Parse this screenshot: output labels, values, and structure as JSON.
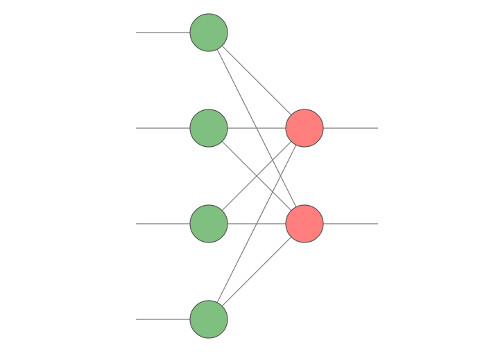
{
  "diagram": {
    "type": "neural-network",
    "colors": {
      "input_node": "#7fbf7f",
      "output_node": "#ff7f7f",
      "edge": "#7a7a7a",
      "node_stroke": "#555555"
    },
    "layers": [
      {
        "id": "input",
        "node_count": 4
      },
      {
        "id": "output",
        "node_count": 2
      }
    ],
    "connections": "fully-connected"
  }
}
